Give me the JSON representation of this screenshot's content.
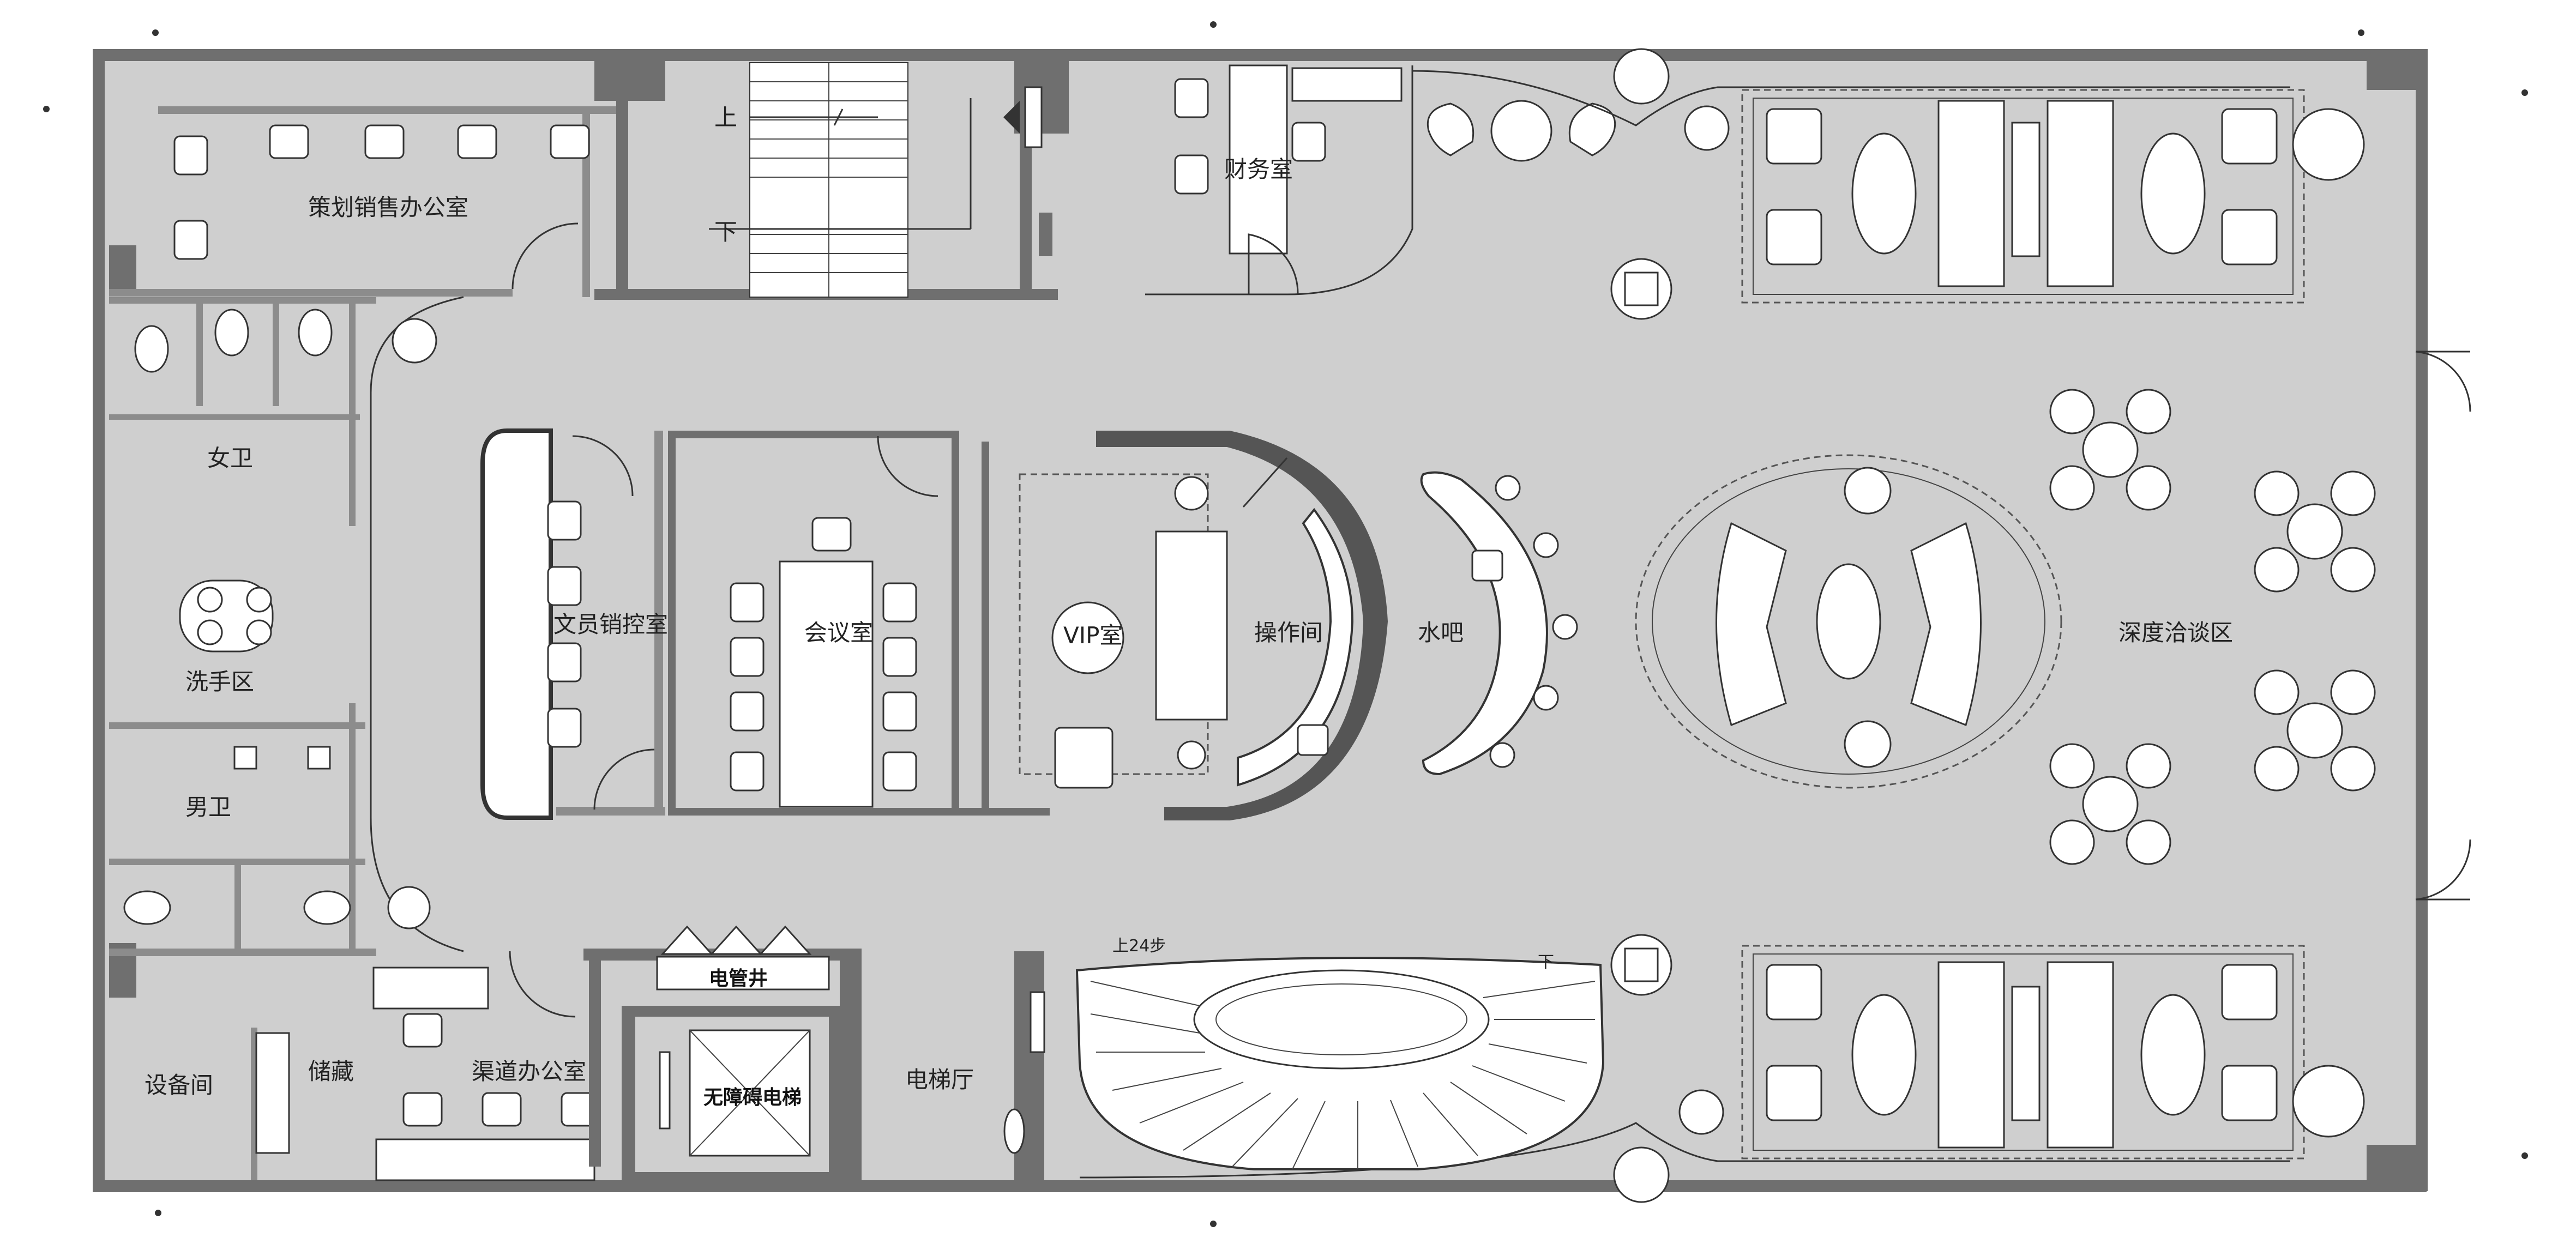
{
  "rooms": {
    "planning_sales_office": "策划销售办公室",
    "stair_up": "上",
    "stair_down": "下",
    "finance_room": "财务室",
    "womens_restroom": "女卫",
    "wash_area": "洗手区",
    "mens_restroom": "男卫",
    "document_sales_control": "文员销控室",
    "meeting_room": "会议室",
    "vip_room": "VIP室",
    "operation_room": "操作间",
    "water_bar": "水吧",
    "negotiation_area": "深度洽谈区",
    "equipment_room": "设备间",
    "storage": "储藏",
    "channel_office": "渠道办公室",
    "electric_shaft": "电管井",
    "accessible_elevator": "无障碍电梯",
    "elevator_hall": "电梯厅",
    "spiral_stair_up": "上24步",
    "spiral_stair_down": "下"
  }
}
